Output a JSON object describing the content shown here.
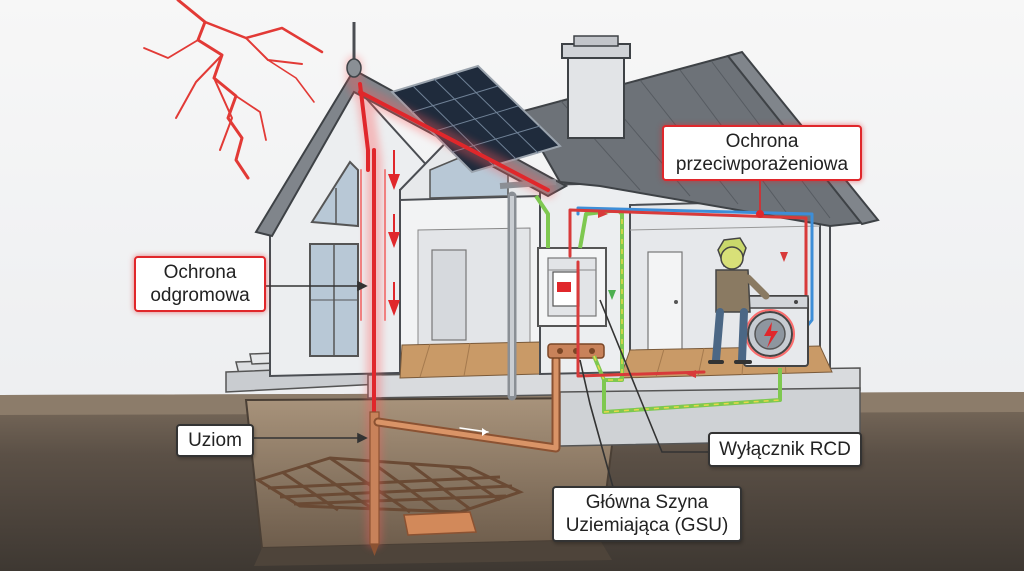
{
  "labels": {
    "lightning": {
      "line1": "Ochrona",
      "line2": "odgromowa"
    },
    "shock": {
      "line1": "Ochrona",
      "line2": "przeciwporażeniowa"
    },
    "earth_electrode": "Uziom",
    "rcd": "Wyłącznik RCD",
    "gsu": {
      "line1": "Główna Szyna",
      "line2": "Uziemiająca (GSU)"
    }
  },
  "icons": {
    "lightning": "lightning-bolt-icon",
    "solar": "solar-panel-icon",
    "rod": "lightning-rod-icon",
    "washer": "washing-machine-icon",
    "person": "person-icon"
  },
  "colors": {
    "lightning_path": "#e0272b",
    "earth_copper": "#c8825a",
    "ground_wire": "#7ec850",
    "ground_wire_stripe": "#e8d84a",
    "phase_wire": "#d83a3a",
    "neutral_wire": "#3d8ed8",
    "roof": "#6d7278",
    "walls": "#e9eaec",
    "floor": "#c99a67"
  }
}
